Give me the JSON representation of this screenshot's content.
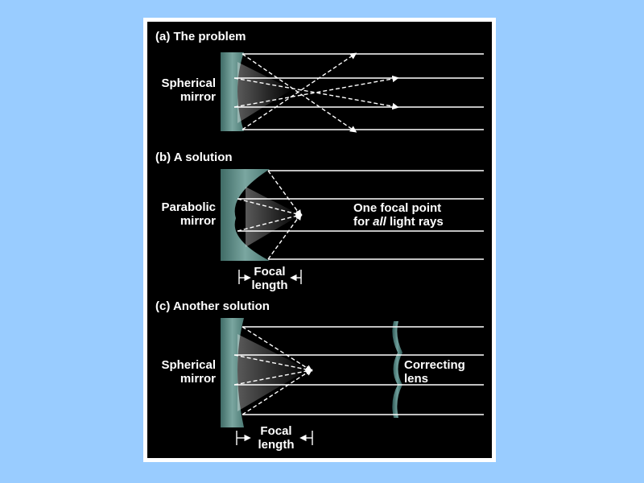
{
  "panels": {
    "a": {
      "title": "(a) The problem",
      "mirror_label_line1": "Spherical",
      "mirror_label_line2": "mirror"
    },
    "b": {
      "title": "(b) A solution",
      "mirror_label_line1": "Parabolic",
      "mirror_label_line2": "mirror",
      "focal_note_line1": "One focal point",
      "focal_note_line2_pre": "for ",
      "focal_note_line2_em": "all",
      "focal_note_line2_post": " light rays",
      "focal_label_line1": "Focal",
      "focal_label_line2": "length"
    },
    "c": {
      "title": "(c) Another solution",
      "mirror_label_line1": "Spherical",
      "mirror_label_line2": "mirror",
      "lens_label_line1": "Correcting",
      "lens_label_line2": "lens",
      "focal_label_line1": "Focal",
      "focal_label_line2": "length"
    }
  },
  "colors": {
    "background": "#99ccff",
    "frame": "#ffffff",
    "panel": "#000000",
    "mirror": "#5f8f8a",
    "ray": "#ffffff"
  }
}
